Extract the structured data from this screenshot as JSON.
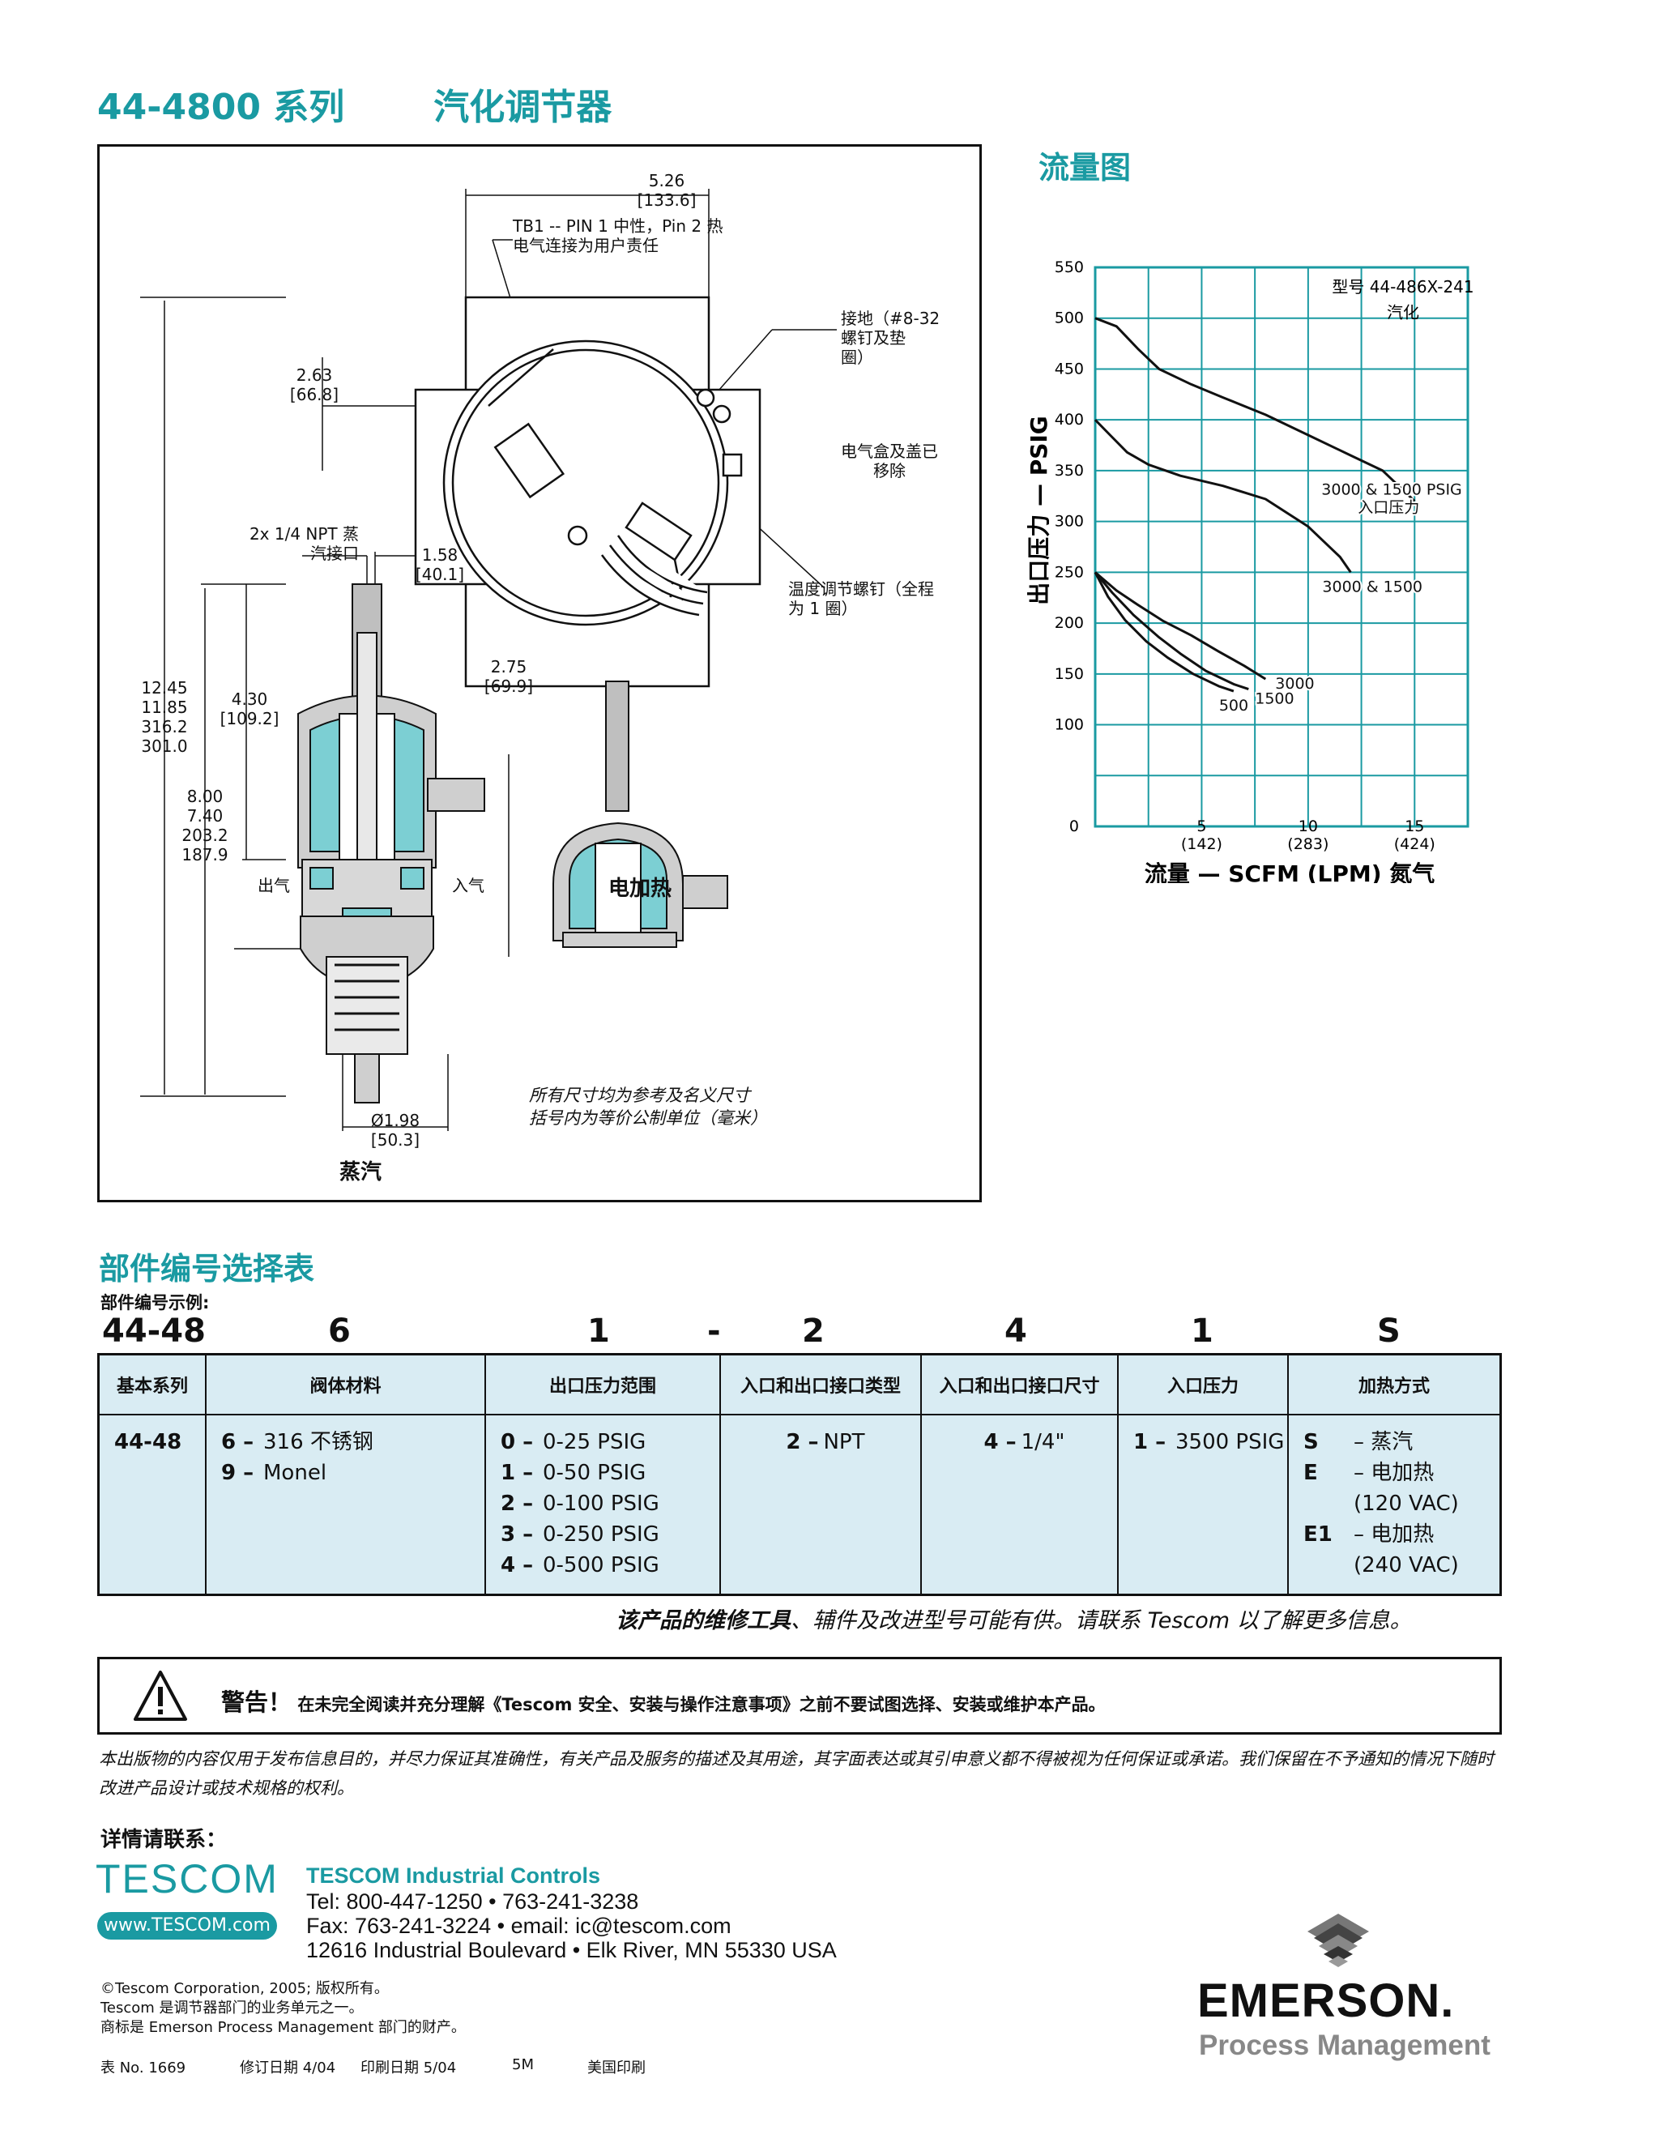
{
  "header": {
    "series": "44-4800 系列",
    "product": "汽化调节器"
  },
  "drawing": {
    "dim_526": "5.26",
    "dim_526_mm": "[133.6]",
    "tb1_note_1": "TB1 -- PIN 1 中性，Pin 2  热",
    "tb1_note_2": "电气连接为用户责任",
    "ground_1": "接地（#8-32",
    "ground_2": "螺钉及垫",
    "ground_3": "圈）",
    "dim_263": "2.63",
    "dim_263_mm": "[66.8]",
    "box_note_1": "电气盒及盖已",
    "box_note_2": "移除",
    "port_note_1": "2x 1/4 NPT 蒸",
    "port_note_2": "汽接口",
    "dim_158": "1.58",
    "dim_158_mm": "[40.1]",
    "temp_note_1": "温度调节螺钉（全程",
    "temp_note_2": "为  1  圈）",
    "dim_275": "2.75",
    "dim_275_mm": "[69.9]",
    "dim_1245": "12.45",
    "dim_1185": "11.85",
    "dim_3162": "316.2",
    "dim_3010": "301.0",
    "dim_430": "4.30",
    "dim_430_mm": "[109.2]",
    "dim_800": "8.00",
    "dim_740": "7.40",
    "dim_2032": "203.2",
    "dim_1879": "187.9",
    "outlet": "出气",
    "inlet": "入气",
    "dim_198": "Ø1.98",
    "dim_198_mm": "[50.3]",
    "steam_caption": "蒸汽",
    "electric_caption": "电加热",
    "ref_note_1": "所有尺寸均为参考及名义尺寸",
    "ref_note_2": "括号内为等价公制单位（毫米）"
  },
  "flow": {
    "title": "流量图"
  },
  "chart_data": {
    "type": "line",
    "ylabel": "出口压力  —  PSIG",
    "xlabel": "流量  —  SCFM (LPM)  氮气",
    "model_label_1": "型号  44-486X-241",
    "model_label_2": "汽化",
    "ylim": [
      0,
      550
    ],
    "xlim": [
      0,
      17.5
    ],
    "yticks": [
      "550",
      "500",
      "450",
      "400",
      "350",
      "300",
      "250",
      "200",
      "150",
      "100"
    ],
    "ytick_values": [
      550,
      500,
      450,
      400,
      350,
      300,
      250,
      200,
      150,
      100
    ],
    "y_zero_label": "0",
    "xticks": [
      {
        "x": 5,
        "top": "5",
        "bottom": "(142)"
      },
      {
        "x": 10,
        "top": "10",
        "bottom": "(283)"
      },
      {
        "x": 15,
        "top": "15",
        "bottom": "(424)"
      }
    ],
    "series": [
      {
        "name": "3000 & 1500 PSIG 入口压力",
        "label_1": "3000 & 1500 PSIG",
        "label_2": "入口压力",
        "x": [
          0,
          1,
          2,
          3,
          4.5,
          6,
          8,
          10,
          12,
          13.5,
          15
        ],
        "y": [
          500,
          492,
          470,
          450,
          435,
          422,
          405,
          385,
          365,
          350,
          320
        ]
      },
      {
        "name": "3000 & 1500",
        "label_1": "3000 & 1500",
        "label_2": "",
        "x": [
          0,
          0.7,
          1.5,
          2.5,
          4,
          6,
          8,
          10,
          11.5,
          12
        ],
        "y": [
          400,
          385,
          368,
          356,
          345,
          335,
          322,
          295,
          265,
          250
        ]
      },
      {
        "name": "3000",
        "label_1": "3000",
        "label_2": "",
        "x": [
          0,
          1,
          2,
          3.2,
          4.5,
          5.8,
          7,
          8
        ],
        "y": [
          250,
          232,
          218,
          202,
          188,
          172,
          158,
          145
        ]
      },
      {
        "name": "1500",
        "label_1": "1500",
        "label_2": "",
        "x": [
          0,
          0.8,
          1.8,
          3,
          4,
          5.2,
          6.5,
          7.2
        ],
        "y": [
          250,
          230,
          208,
          186,
          170,
          153,
          140,
          135
        ]
      },
      {
        "name": "500",
        "label_1": "500",
        "label_2": "",
        "x": [
          0,
          0.6,
          1.4,
          2.4,
          3.4,
          4.6,
          5.8,
          6.5
        ],
        "y": [
          250,
          226,
          203,
          182,
          166,
          150,
          138,
          133
        ]
      }
    ]
  },
  "selection": {
    "title": "部件编号选择表",
    "example_label": "部件编号示例:",
    "example": [
      "44-48",
      "6",
      "1",
      "-",
      "2",
      "4",
      "1",
      "S"
    ],
    "columns": [
      {
        "header": "基本系列",
        "rows": [
          {
            "code": "44-48",
            "text": ""
          }
        ]
      },
      {
        "header": "阀体材料",
        "rows": [
          {
            "code": "6 –",
            "text": "316 不锈钢"
          },
          {
            "code": "9 –",
            "text": "Monel"
          }
        ]
      },
      {
        "header": "出口压力范围",
        "rows": [
          {
            "code": "0 –",
            "text": "0-25 PSIG"
          },
          {
            "code": "1 –",
            "text": "0-50 PSIG"
          },
          {
            "code": "2 –",
            "text": "0-100 PSIG"
          },
          {
            "code": "3 –",
            "text": "0-250 PSIG"
          },
          {
            "code": "4 –",
            "text": "0-500 PSIG"
          }
        ]
      },
      {
        "header": "入口和出口接口类型",
        "rows": [
          {
            "code": "2 –",
            "text": "NPT"
          }
        ]
      },
      {
        "header": "入口和出口接口尺寸",
        "rows": [
          {
            "code": "4 –",
            "text": "1/4\""
          }
        ]
      },
      {
        "header": "入口压力",
        "rows": [
          {
            "code": "1 –",
            "text": "3500 PSIG"
          }
        ]
      },
      {
        "header": "加热方式",
        "rows": [
          {
            "code": "S",
            "text": "–   蒸汽"
          },
          {
            "code": "E",
            "text": "–   电加热"
          },
          {
            "code": "",
            "text": "(120 VAC)"
          },
          {
            "code": "E1",
            "text": "–   电加热"
          },
          {
            "code": "",
            "text": "(240 VAC)"
          }
        ]
      }
    ],
    "service_note_bold": "该产品的维修工具",
    "service_note_rest": "、辅件及改进型号可能有供。请联系  Tescom  以了解更多信息。"
  },
  "warning": {
    "label": "警告！",
    "text": "在未完全阅读并充分理解《Tescom  安全、安装与操作注意事项》之前不要试图选择、安装或维护本产品。"
  },
  "disclaimer": "本出版物的内容仅用于发布信息目的，并尽力保证其准确性，有关产品及服务的描述及其用途，其字面表达或其引申意义都不得被视为任何保证或承诺。我们保留在不予通知的情况下随时改进产品设计或技术规格的权利。",
  "contact": {
    "label": "详情请联系：",
    "logo": "TESCOM",
    "url": "www.TESCOM.com",
    "company": "TESCOM Industrial Controls",
    "tel": "Tel: 800-447-1250  •  763-241-3238",
    "fax": "Fax: 763-241-3224  •  email: ic@tescom.com",
    "address": "12616 Industrial Boulevard  •  Elk River, MN 55330 USA"
  },
  "copyright": {
    "line1": "©Tescom Corporation, 2005; 版权所有。",
    "line2": "Tescom  是调节器部门的业务单元之一。",
    "line3": "商标是  Emerson Process Management  部门的财产。"
  },
  "footer": {
    "form_no": "表 No. 1669",
    "revised": "修订日期 4/04",
    "printed": "印刷日期 5/04",
    "qty": "5M",
    "made_in": "美国印刷"
  },
  "brand": {
    "name": "EMERSON",
    "tm": ".",
    "sub": "Process Management"
  },
  "colors": {
    "accent": "#1a9aa2",
    "table_bg": "#d9ecf3",
    "part_fill": "#7ccfd3"
  }
}
